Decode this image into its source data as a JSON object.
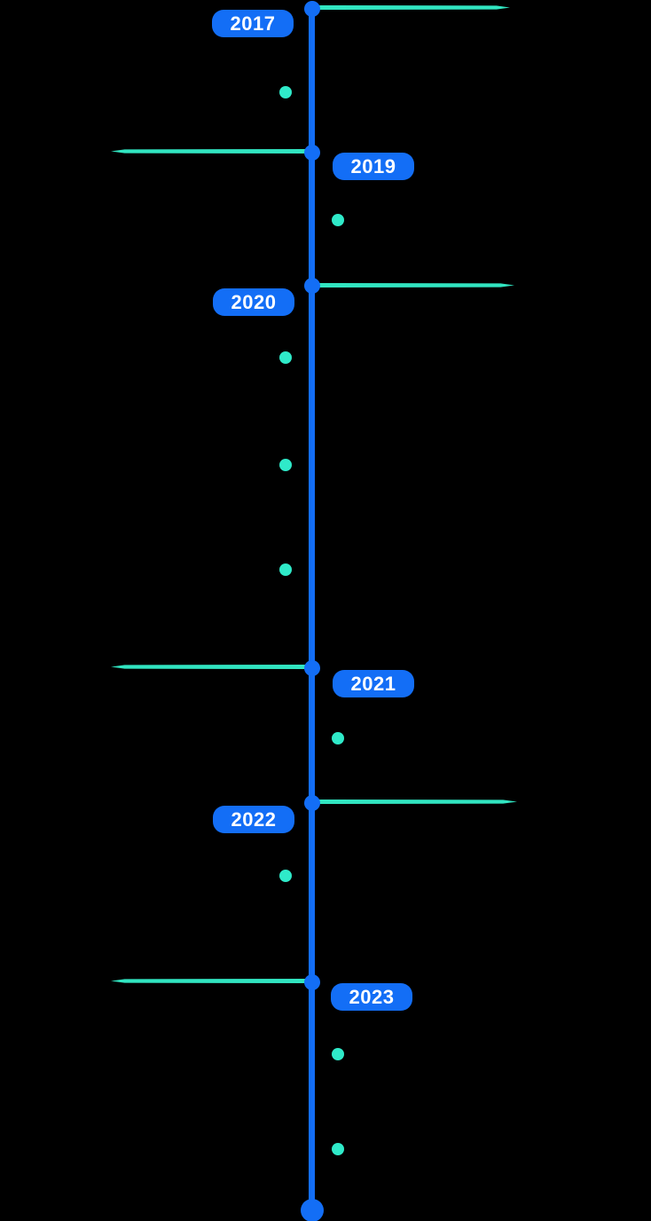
{
  "page": {
    "background": "#000000"
  },
  "colors": {
    "page_bg": "#000000",
    "accent_blue": "#136EF6",
    "teal_line": "#31E5C1",
    "teal_dot": "#2FEAC9",
    "badge_text": "#FFFFFF"
  },
  "timeline": {
    "type": "vertical-timeline",
    "milestones": [
      {
        "year": "2017",
        "badge_side": "left",
        "connector_side": "right",
        "event_dots": 1
      },
      {
        "year": "2019",
        "badge_side": "right",
        "connector_side": "left",
        "event_dots": 1
      },
      {
        "year": "2020",
        "badge_side": "left",
        "connector_side": "right",
        "event_dots": 3
      },
      {
        "year": "2021",
        "badge_side": "right",
        "connector_side": "left",
        "event_dots": 1
      },
      {
        "year": "2022",
        "badge_side": "left",
        "connector_side": "right",
        "event_dots": 1
      },
      {
        "year": "2023",
        "badge_side": "right",
        "connector_side": "left",
        "event_dots": 2
      }
    ],
    "total_event_dots": 9
  }
}
